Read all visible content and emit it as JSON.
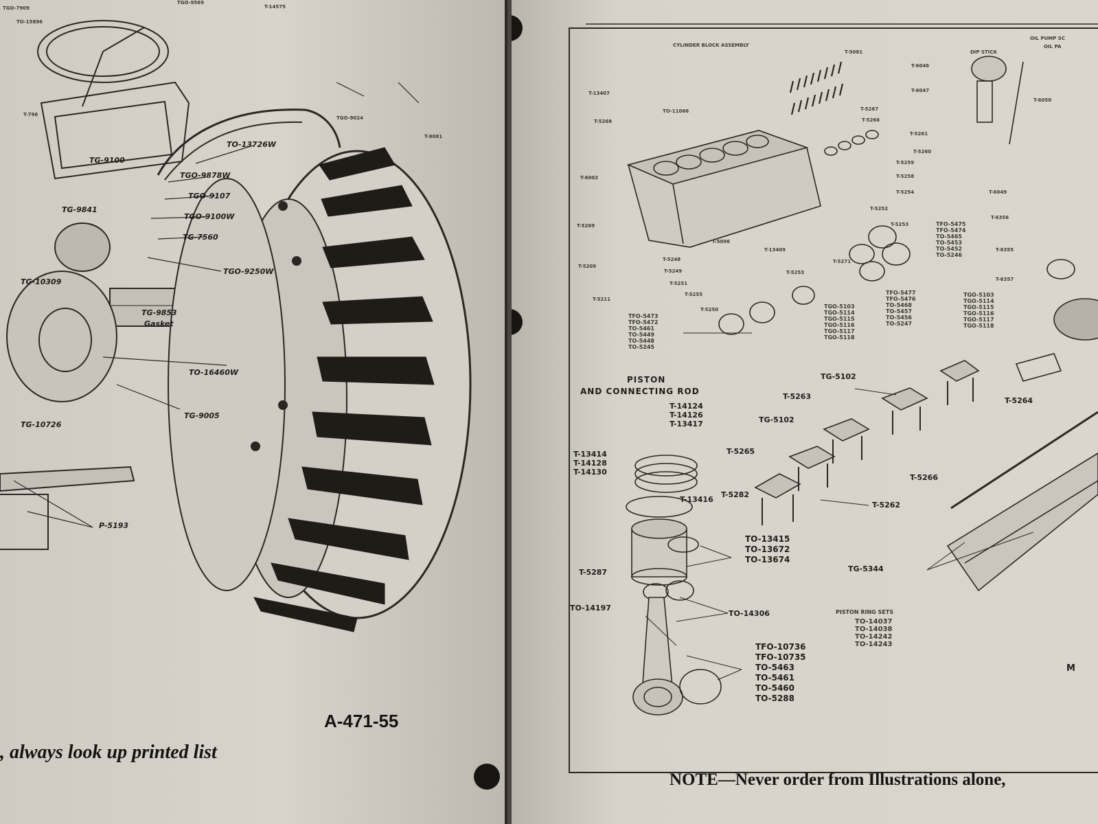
{
  "left_page": {
    "callouts": {
      "tgo9569": "TGO-9569",
      "t14575": "T-14575",
      "tgo7909": "TGO-7909",
      "to15896": "TO-15896",
      "t796": "T-796",
      "tgo9024": "TGO-9024",
      "t9081": "T-9081",
      "to13726w": "TO-13726W",
      "tg9100": "TG-9100",
      "tgo9878w": "TGO-9878W",
      "tgo9107": "TGO-9107",
      "tg9841": "TG-9841",
      "tgo9100w": "TGO-9100W",
      "tg7560": "TG-7560",
      "tgo9250w": "TGO-9250W",
      "tg10309": "TG-10309",
      "tg9853": "TG-9853",
      "gasket": "Gasket",
      "to16460w": "TO-16460W",
      "tg9005": "TG-9005",
      "tg10726": "TG-10726",
      "p5193": "P-5193"
    },
    "figure_code": "A-471-55",
    "footer_text": ", always look up printed list"
  },
  "right_page": {
    "cylinder_block_title": "CYLINDER BLOCK ASSEMBLY",
    "dip_stick_title": "DIP STICK",
    "oil_pump_title": "OIL PUMP SC",
    "oil_pan_title": "OIL PA",
    "callouts": {
      "t5081": "T-5081",
      "t13407": "T-13407",
      "to11066": "TO-11066",
      "t5268": "T-5268",
      "t5267": "T-5267",
      "t5266a": "T-5266",
      "t5261": "T-5261",
      "t5260": "T-5260",
      "t5259": "T-5259",
      "t5258": "T-5258",
      "t5254": "T-5254",
      "t6002": "T-6002",
      "t5269": "T-5269",
      "t6046": "T-6046",
      "t6047": "T-6047",
      "t6050": "T-6050",
      "t6049": "T-6049",
      "t6356": "T-6356",
      "t6355": "T-6355",
      "t6357": "T-6357",
      "t5252": "T-5252",
      "t5253": "T-5253",
      "t5096": "T-5096",
      "t13409": "T-13409",
      "t5271": "T-5271",
      "t5248": "T-5248",
      "t5249": "T-5249",
      "t5251": "T-5251",
      "t5255": "T-5255",
      "t5250": "T-5250",
      "t5209": "T-5209",
      "t5211": "T-5211",
      "t5264": "T-5264",
      "tg5102a": "TG-5102",
      "t5263": "T-5263",
      "tg5102b": "TG-5102",
      "t5265": "T-5265",
      "t5266b": "T-5266",
      "t5262": "T-5262",
      "tg5344": "TG-5344",
      "t13416": "T-13416",
      "t5282": "T-5282",
      "t5287": "T-5287",
      "to14197": "TO-14197",
      "to14306": "TO-14306",
      "m_partial": "M"
    },
    "bearing_list_main": [
      "TFO-5475",
      "TFO-5474",
      "TO-5465",
      "TO-5453",
      "TO-5452",
      "TO-5246"
    ],
    "bearing_list_b": [
      "TFO-5477",
      "TFO-5476",
      "TO-5468",
      "TO-5457",
      "TO-5456",
      "TO-5247"
    ],
    "bearing_list_c": [
      "TGO-5103",
      "TGO-5114",
      "TGO-5115",
      "TGO-5116",
      "TGO-5117",
      "TGO-5118"
    ],
    "bearing_list_d": [
      "TGO-5103",
      "TGO-5114",
      "TGO-5115",
      "TGO-5116",
      "TGO-5117",
      "TGO-5118"
    ],
    "bearing_list_left": [
      "TFO-5473",
      "TFO-5472",
      "TO-5461",
      "TO-5449",
      "TO-5448",
      "TO-5245"
    ],
    "piston_heading_1": "PISTON",
    "piston_heading_2": "AND CONNECTING ROD",
    "ring_stack_top": [
      "T-14124",
      "T-14126",
      "T-13417"
    ],
    "ring_stack_left": [
      "T-13414",
      "T-14128",
      "T-14130"
    ],
    "pin_list": [
      "TO-13415",
      "TO-13672",
      "TO-13674"
    ],
    "rod_bearing_list": [
      "TFO-10736",
      "TFO-10735",
      "TO-5463",
      "TO-5461",
      "TO-5460",
      "TO-5288"
    ],
    "piston_ring_sets_title": "PISTON RING SETS",
    "piston_ring_sets": [
      "TO-14037",
      "TO-14038",
      "TO-14242",
      "TO-14243"
    ],
    "footer_text": "NOTE—Never order from Illustrations alone,"
  }
}
